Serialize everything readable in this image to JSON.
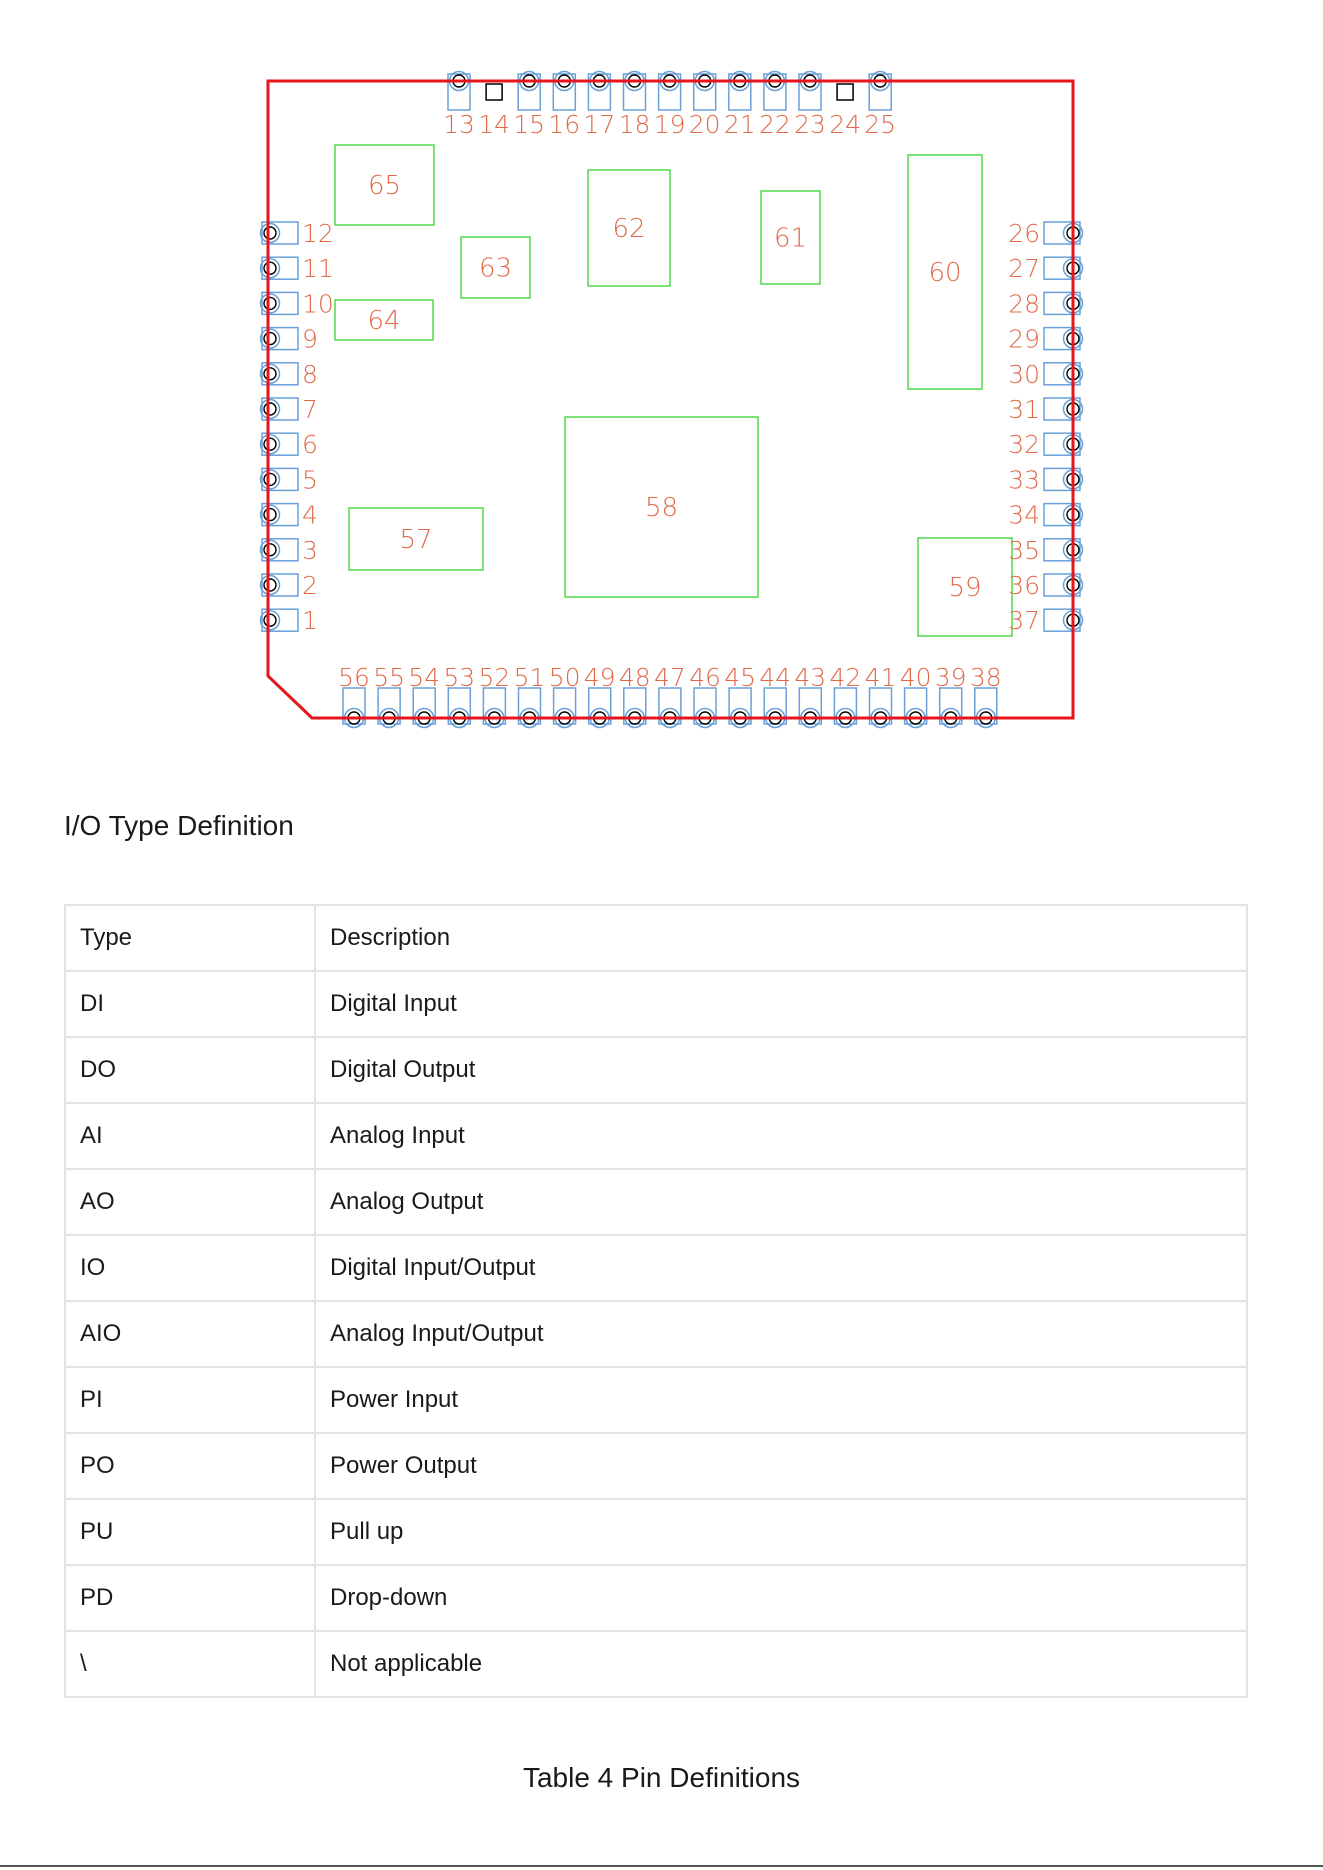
{
  "diagram": {
    "left_pins": [
      "12",
      "11",
      "10",
      "9",
      "8",
      "7",
      "6",
      "5",
      "4",
      "3",
      "2",
      "1"
    ],
    "right_pins": [
      "26",
      "27",
      "28",
      "29",
      "30",
      "31",
      "32",
      "33",
      "34",
      "35",
      "36",
      "37"
    ],
    "top_pins": [
      "13",
      "14",
      "15",
      "16",
      "17",
      "18",
      "19",
      "20",
      "21",
      "22",
      "23",
      "24",
      "25"
    ],
    "bottom_pins": [
      "56",
      "55",
      "54",
      "53",
      "52",
      "51",
      "50",
      "49",
      "48",
      "47",
      "46",
      "45",
      "44",
      "43",
      "42",
      "41",
      "40",
      "39",
      "38"
    ],
    "chips": [
      "65",
      "64",
      "63",
      "62",
      "61",
      "60",
      "58",
      "57",
      "59"
    ],
    "colors": {
      "outline": "#e8141b",
      "pad": "#6aa0d8",
      "chip": "#4fd84a",
      "label": "#e06a48"
    }
  },
  "section": {
    "title": "I/O Type Definition"
  },
  "table": {
    "headers": [
      "Type",
      "Description"
    ],
    "rows": [
      [
        "DI",
        "Digital Input"
      ],
      [
        "DO",
        "Digital Output"
      ],
      [
        "AI",
        "Analog Input"
      ],
      [
        "AO",
        "Analog Output"
      ],
      [
        "IO",
        "Digital Input/Output"
      ],
      [
        "AIO",
        "Analog Input/Output"
      ],
      [
        "PI",
        "Power Input"
      ],
      [
        "PO",
        "Power Output"
      ],
      [
        "PU",
        "Pull up"
      ],
      [
        "PD",
        "Drop-down"
      ],
      [
        "\\",
        "Not applicable"
      ]
    ]
  },
  "caption": "Table 4 Pin Definitions"
}
